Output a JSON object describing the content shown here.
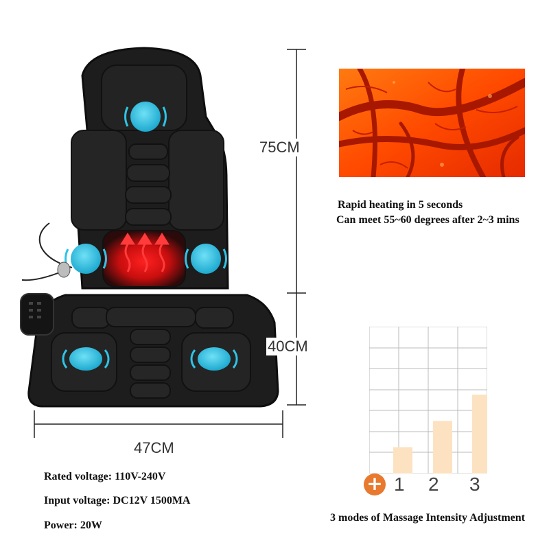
{
  "dimensions": {
    "height_top": "75CM",
    "height_bottom": "40CM",
    "width": "47CM"
  },
  "heating": {
    "line1": "Rapid heating in 5 seconds",
    "line2": "Can meet 55~60 degrees after 2~3 mins"
  },
  "specs": {
    "rated_voltage": "Rated voltage: 110V-240V",
    "input_voltage": "Input voltage: DC12V  1500MA",
    "power": "Power: 20W"
  },
  "intensity": {
    "levels": [
      "1",
      "2",
      "3"
    ],
    "plus_symbol": "+",
    "caption": "3 modes of Massage Intensity Adjustment",
    "bar_color": "#fde2c2",
    "values": [
      1,
      2,
      3
    ]
  },
  "colors": {
    "massage_node": "#2ec4e6",
    "heat_zone": "#e11d1d",
    "cushion": "#1b1b1b",
    "plus_badge": "#e8792e"
  }
}
